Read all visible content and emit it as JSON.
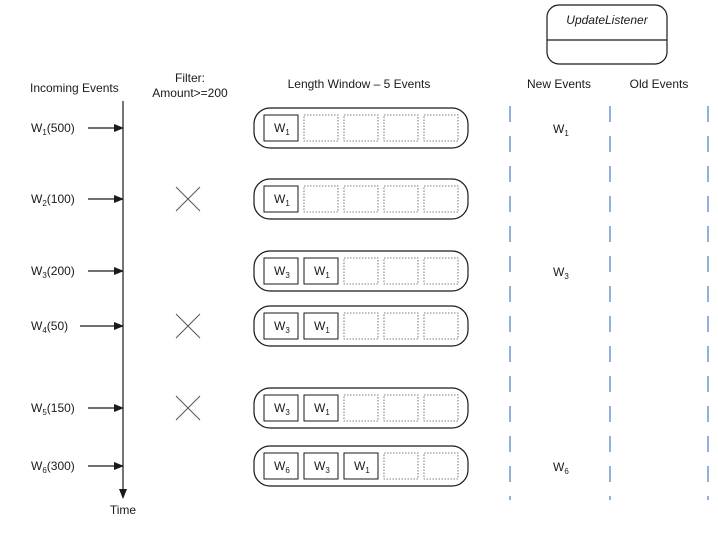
{
  "headers": {
    "incoming": "Incoming Events",
    "filter_line1": "Filter:",
    "filter_line2": "Amount>=200",
    "window": "Length Window – 5 Events",
    "new_events": "New Events",
    "old_events": "Old Events"
  },
  "listener": {
    "label": "UpdateListener"
  },
  "time_label": "Time",
  "rows": [
    {
      "event": "W",
      "sub": "1",
      "amount": "(500)",
      "filtered": false,
      "window": [
        {
          "w": "W",
          "s": "1"
        }
      ],
      "new": {
        "w": "W",
        "s": "1"
      }
    },
    {
      "event": "W",
      "sub": "2",
      "amount": "(100)",
      "filtered": true,
      "window": [
        {
          "w": "W",
          "s": "1"
        }
      ],
      "new": null
    },
    {
      "event": "W",
      "sub": "3",
      "amount": "(200)",
      "filtered": false,
      "window": [
        {
          "w": "W",
          "s": "3"
        },
        {
          "w": "W",
          "s": "1"
        }
      ],
      "new": {
        "w": "W",
        "s": "3"
      }
    },
    {
      "event": "W",
      "sub": "4",
      "amount": "(50)",
      "filtered": true,
      "window": [
        {
          "w": "W",
          "s": "3"
        },
        {
          "w": "W",
          "s": "1"
        }
      ],
      "new": null
    },
    {
      "event": "W",
      "sub": "5",
      "amount": "(150)",
      "filtered": true,
      "window": [
        {
          "w": "W",
          "s": "3"
        },
        {
          "w": "W",
          "s": "1"
        }
      ],
      "new": null
    },
    {
      "event": "W",
      "sub": "6",
      "amount": "(300)",
      "filtered": false,
      "window": [
        {
          "w": "W",
          "s": "6"
        },
        {
          "w": "W",
          "s": "3"
        },
        {
          "w": "W",
          "s": "1"
        }
      ],
      "new": {
        "w": "W",
        "s": "6"
      }
    }
  ],
  "colors": {
    "line": "#1a1a1a",
    "dash": "#4a7bc4",
    "slot_dotted": "#555555"
  }
}
